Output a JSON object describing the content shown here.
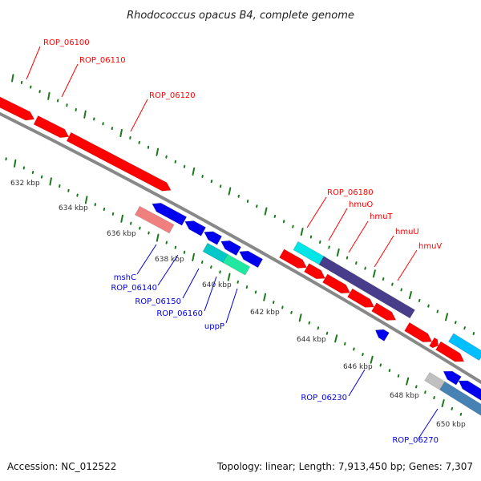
{
  "title": "Rhodococcus opacus B4, complete genome",
  "footer": {
    "accession": "Accession: NC_012522",
    "summary": "Topology: linear; Length: 7,913,450 bp; Genes: 7,307"
  },
  "colors": {
    "backbone": "#888888",
    "ticks": "#1a7a1a",
    "forward_label": "#ff0000",
    "reverse_label": "#0000dd",
    "forward_gene": "#ff0000",
    "reverse_gene": "#0000ee",
    "pink": "#f08080",
    "cyan": "#00e5e5",
    "teal": "#00c8c8",
    "green": "#20e8a0",
    "purple": "#483d8b",
    "sky": "#00bfff",
    "gray": "#c0c0c0",
    "steel": "#4682b4"
  },
  "tick_labels": [
    "632 kbp",
    "634 kbp",
    "636 kbp",
    "638 kbp",
    "640 kbp",
    "642 kbp",
    "644 kbp",
    "646 kbp",
    "648 kbp",
    "650 kbp"
  ],
  "forward_labels": [
    "ROP_06100",
    "ROP_06110",
    "ROP_06120",
    "ROP_06180",
    "hmuO",
    "hmuT",
    "hmuU",
    "hmuV"
  ],
  "reverse_labels": [
    "mshC",
    "ROP_06140",
    "ROP_06150",
    "ROP_06160",
    "uppP",
    "ROP_06230",
    "ROP_06270"
  ]
}
